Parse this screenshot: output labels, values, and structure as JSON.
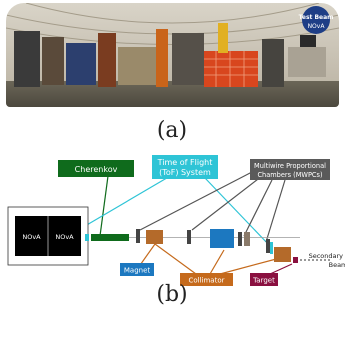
{
  "photo": {
    "logo_line1": "Test Beam",
    "logo_line2": "NOvA"
  },
  "captions": {
    "a": "(a)",
    "b": "(b)"
  },
  "diagram": {
    "label_cherenkov": "Cherenkov",
    "label_tof_line1": "Time of Flight",
    "label_tof_line2": "(ToF) System",
    "label_mwpc_line1": "Multiwire Proportional",
    "label_mwpc_line2": "Chambers (MWPCs)",
    "label_detector_left": "NOvA",
    "label_detector_right": "NOvA",
    "label_magnet": "Magnet",
    "label_collimator": "Collimator",
    "label_target": "Target",
    "label_secondary_line1": "Secondary",
    "label_secondary_line2": "Beam"
  },
  "colors": {
    "cherenkov": "#0f6b1c",
    "tof": "#2ec4d6",
    "mwpc": "#5a5a5a",
    "magnet": "#1c78c0",
    "collimator": "#c56a1c",
    "target": "#8a1040"
  }
}
